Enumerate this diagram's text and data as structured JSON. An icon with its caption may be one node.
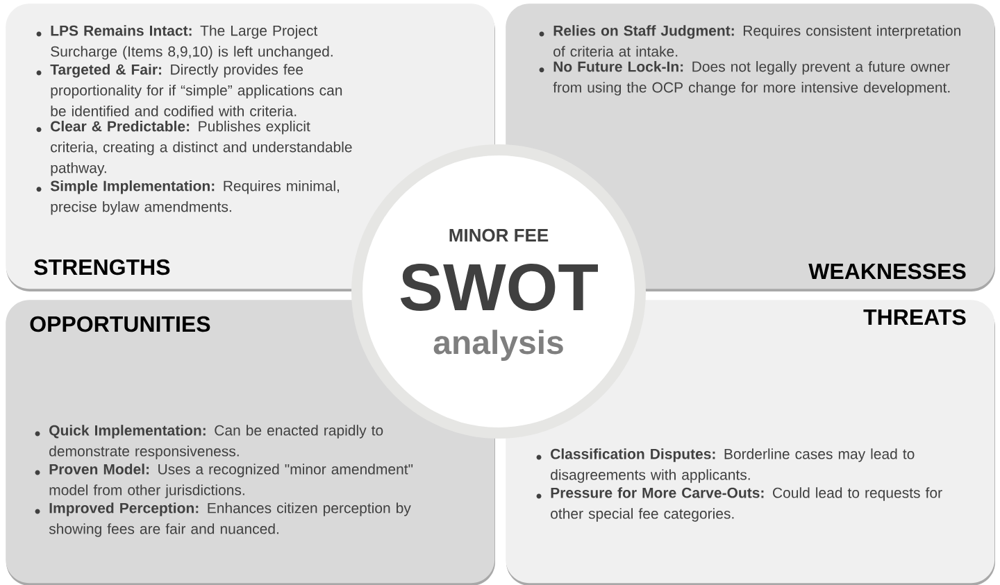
{
  "diagram": {
    "nodes": [
      {
        "text": [
          "**LPS Remains Intact:** The Large Project Surcharge (Items 8,9,10) is left unchanged.",
          "**Targeted & Fair:** Directly provides fee proportionality for if “simple” applications can be identified and codified with criteria.",
          "**Clear & Predictable:** Publishes explicit criteria, creating a distinct and understandable pathway.",
          "**Simple Implementation:** Requires minimal, precise bylaw amendments.",
          "STRENGTHS"
        ]
      },
      {
        "text": [
          "**Relies on Staff Judgment:** Requires consistent interpretation of criteria at intake.",
          "**No Future Lock-In:** Does not legally prevent a future owner from using the OCP change for more intensive development.",
          "WEAKNESSES"
        ]
      },
      {
        "text": [
          "OPPORTUNITIES",
          "**Quick Implementation:** Can be enacted rapidly to demonstrate responsiveness.",
          "**Proven Model:** Uses a recognized \"minor amendment\" model from other jurisdictions.",
          "**Improved Perception:** Enhances citizen perception by showing fees are fair and nuanced."
        ]
      },
      {
        "text": [
          "THREATS",
          "**Classification Disputes:** Borderline cases may lead to disagreements with applicants.",
          "**Pressure for More Carve-Outs:** Could lead to requests for other special fee categories."
        ]
      },
      {
        "text": [
          "MINOR FEE",
          "SWOT",
          "analysis"
        ]
      }
    ]
  }
}
